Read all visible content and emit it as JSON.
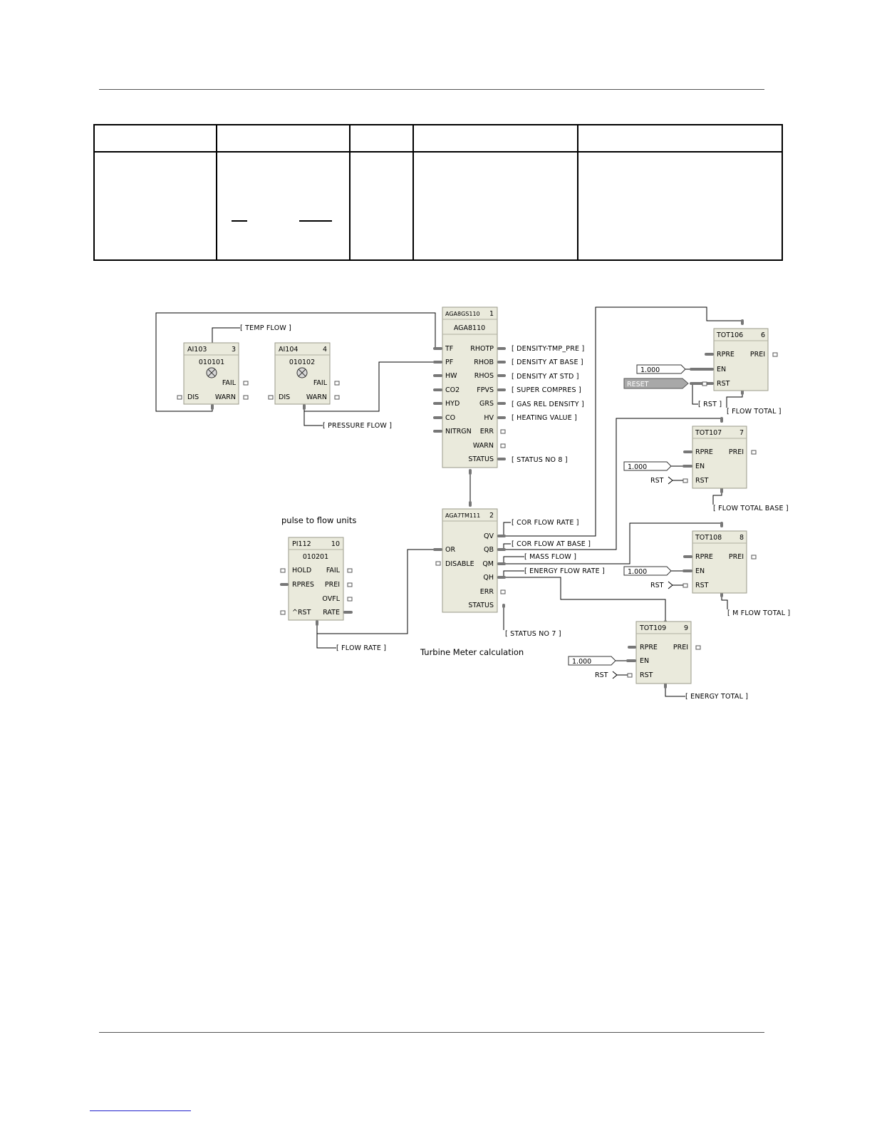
{
  "caption_top": "pulse to flow units",
  "caption_bottom": "Turbine Meter calculation",
  "colors": {
    "block_fill": "#eaeadc",
    "block_border": "#9a9a8a",
    "pin_filled": "#777777",
    "wire": "#000000",
    "link_rule": "#2222cc"
  },
  "blocks": {
    "ai103": {
      "name": "AI103",
      "num": "3",
      "addr": "010101",
      "pins_in": [
        "DIS"
      ],
      "pins_out": [
        "FAIL",
        "WARN"
      ]
    },
    "ai104": {
      "name": "AI104",
      "num": "4",
      "addr": "010102",
      "pins_in": [
        "DIS"
      ],
      "pins_out": [
        "FAIL",
        "WARN"
      ]
    },
    "aga8gs": {
      "name": "AGA8GS110",
      "num": "1",
      "subtitle": "AGA8110",
      "pins_in": [
        "TF",
        "PF",
        "HW",
        "CO2",
        "HYD",
        "CO",
        "NITRGN"
      ],
      "pins_out": [
        "RHOTP",
        "RHOB",
        "RHOS",
        "FPVS",
        "GRS",
        "HV",
        "ERR",
        "WARN",
        "STATUS"
      ]
    },
    "aga7": {
      "name": "AGA7TM111",
      "num": "2",
      "pins_in": [
        "OR",
        "DISABLE"
      ],
      "pins_out": [
        "QV",
        "QB",
        "QM",
        "QH",
        "ERR",
        "STATUS"
      ]
    },
    "pi112": {
      "name": "PI112",
      "num": "10",
      "addr": "010201",
      "pins_in": [
        "HOLD",
        "RPRES",
        "^RST"
      ],
      "pins_out": [
        "FAIL",
        "PREI",
        "OVFL",
        "RATE"
      ]
    },
    "tot106": {
      "name": "TOT106",
      "num": "6",
      "pins_in": [
        "RPRE",
        "EN",
        "RST"
      ],
      "pins_out": [
        "PREI"
      ]
    },
    "tot107": {
      "name": "TOT107",
      "num": "7",
      "pins_in": [
        "RPRE",
        "EN",
        "RST"
      ],
      "pins_out": [
        "PREI"
      ]
    },
    "tot108": {
      "name": "TOT108",
      "num": "8",
      "pins_in": [
        "RPRE",
        "EN",
        "RST"
      ],
      "pins_out": [
        "PREI"
      ]
    },
    "tot109": {
      "name": "TOT109",
      "num": "9",
      "pins_in": [
        "RPRE",
        "EN",
        "RST"
      ],
      "pins_out": [
        "PREI"
      ]
    }
  },
  "constants": {
    "c106": "1.000",
    "c107": "1.000",
    "c108": "1.000",
    "c109": "1.000"
  },
  "reset_button": "RESET",
  "refs": {
    "rst107": "RST",
    "rst108": "RST",
    "rst109": "RST"
  },
  "tags": {
    "temp_flow": "[ TEMP FLOW ]",
    "pressure_flow": "[ PRESSURE FLOW ]",
    "density_tmp_pre": "[ DENSITY-TMP_PRE ]",
    "density_at_base": "[ DENSITY AT BASE ]",
    "density_at_std": "[ DENSITY AT STD ]",
    "super_compres": "[ SUPER COMPRES ]",
    "gas_rel_density": "[ GAS REL DENSITY ]",
    "heating_value": "[ HEATING VALUE ]",
    "status_no_8": "[ STATUS NO 8 ]",
    "cor_flow_rate": "[ COR FLOW RATE ]",
    "cor_flow_at_base": "[ COR FLOW AT BASE ]",
    "mass_flow": "[ MASS FLOW ]",
    "energy_flow_rate": "[ ENERGY FLOW RATE ]",
    "status_no_7": "[ STATUS NO 7 ]",
    "flow_rate": "[ FLOW RATE ]",
    "rst": "[ RST ]",
    "flow_total": "[ FLOW TOTAL ]",
    "flow_total_base": "[ FLOW TOTAL BASE ]",
    "m_flow_total": "[ M FLOW TOTAL ]",
    "energy_total": "[ ENERGY TOTAL ]"
  }
}
